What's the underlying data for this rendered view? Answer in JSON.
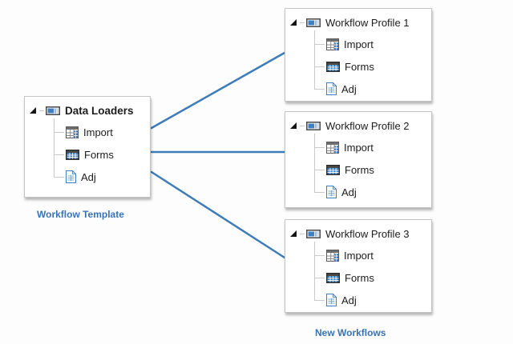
{
  "diagram": {
    "template_tree": {
      "title": "Data Loaders",
      "caption": "Workflow Template",
      "children": [
        {
          "label": "Import",
          "icon": "import-table-icon"
        },
        {
          "label": "Forms",
          "icon": "forms-grid-icon"
        },
        {
          "label": "Adj",
          "icon": "adj-document-icon"
        }
      ]
    },
    "profile_trees": [
      {
        "title": "Workflow Profile 1",
        "children": [
          {
            "label": "Import",
            "icon": "import-table-icon"
          },
          {
            "label": "Forms",
            "icon": "forms-grid-icon"
          },
          {
            "label": "Adj",
            "icon": "adj-document-icon"
          }
        ]
      },
      {
        "title": "Workflow Profile 2",
        "children": [
          {
            "label": "Import",
            "icon": "import-table-icon"
          },
          {
            "label": "Forms",
            "icon": "forms-grid-icon"
          },
          {
            "label": "Adj",
            "icon": "adj-document-icon"
          }
        ]
      },
      {
        "title": "Workflow Profile 3",
        "children": [
          {
            "label": "Import",
            "icon": "import-table-icon"
          },
          {
            "label": "Forms",
            "icon": "forms-grid-icon"
          },
          {
            "label": "Adj",
            "icon": "adj-document-icon"
          }
        ]
      }
    ],
    "profiles_caption": "New Workflows",
    "colors": {
      "connector_blue": "#3d7cb8",
      "caption_blue": "#3873b4",
      "icon_blue": "#3f7fc1",
      "tree_line_gray": "#c9c9c9",
      "box_border_gray": "#c4c4c4"
    }
  }
}
